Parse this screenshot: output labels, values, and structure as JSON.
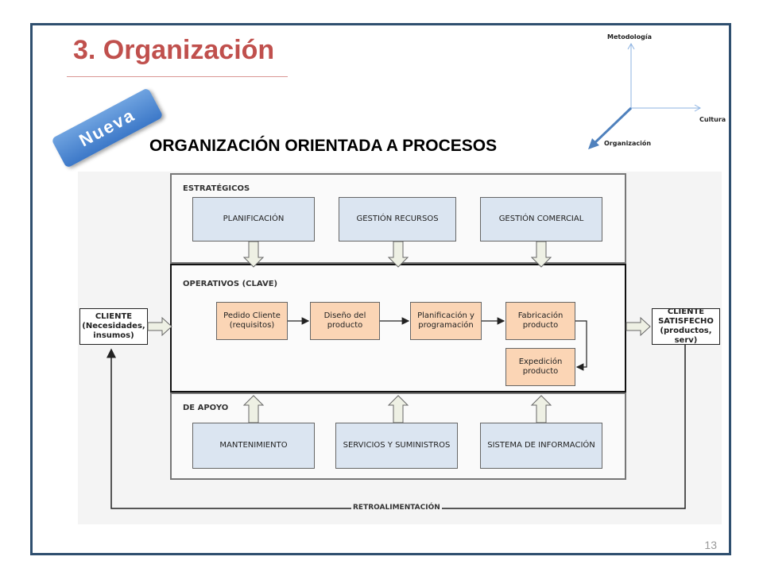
{
  "slide": {
    "title": "3. Organización",
    "badge": "Nueva",
    "subtitle": "ORGANIZACIÓN ORIENTADA A PROCESOS",
    "page_number": "13"
  },
  "axes": {
    "y_label": "Metodología",
    "x_label": "Cultura",
    "z_label": "Organización"
  },
  "diagram": {
    "bands": {
      "estrategicos": "ESTRATÉGICOS",
      "operativos": "OPERATIVOS (CLAVE)",
      "apoyo": "DE APOYO"
    },
    "strategic": [
      "PLANIFICACIÓN",
      "GESTIÓN RECURSOS",
      "GESTIÓN COMERCIAL"
    ],
    "operative": [
      "Pedido Cliente\n(requisitos)",
      "Diseño del\nproducto",
      "Planificación y\nprogramación",
      "Fabricación\nproducto",
      "Expedición\nproducto"
    ],
    "support": [
      "MANTENIMIENTO",
      "SERVICIOS Y SUMINISTROS",
      "SISTEMA DE INFORMACIÓN"
    ],
    "client_in": "CLIENTE\n(Necesidades,\ninsumos)",
    "client_out": "CLIENTE\nSATISFECHO\n(productos, serv)",
    "feedback": "RETROALIMENTACIÓN"
  },
  "colors": {
    "title": "#c0504d",
    "badge": "#3c78c8",
    "strategic_fill": "#dbe5f1",
    "operative_fill": "#fbd5b5"
  }
}
